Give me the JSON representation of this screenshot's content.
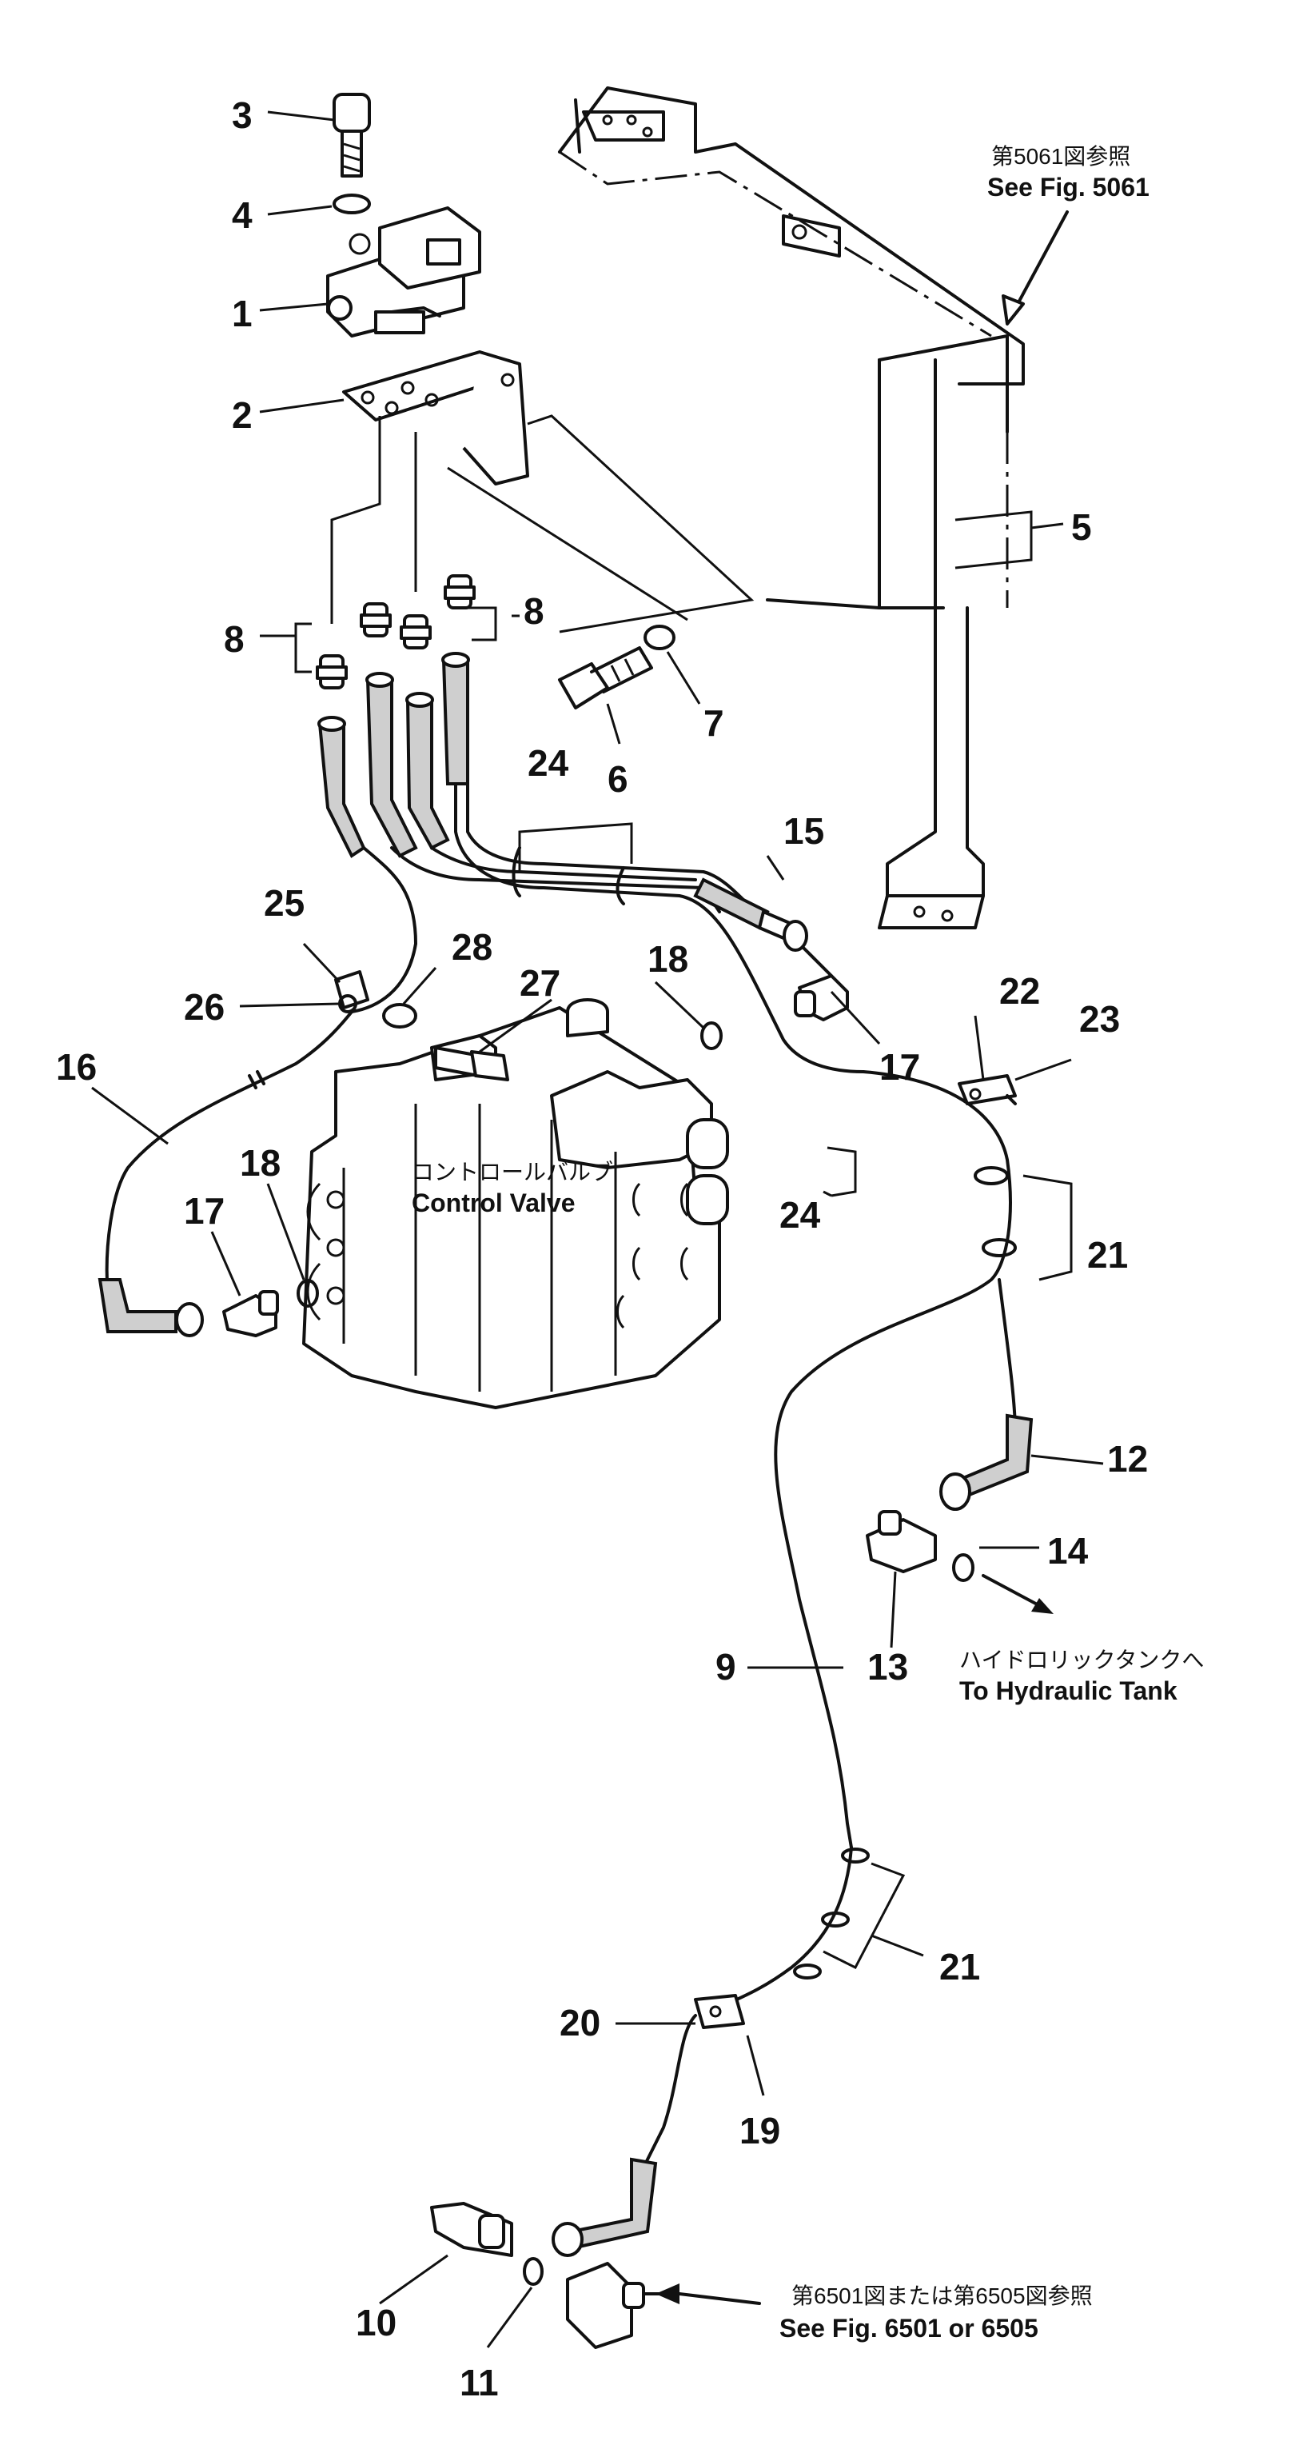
{
  "callouts": [
    {
      "id": "c3",
      "text": "3"
    },
    {
      "id": "c4",
      "text": "4"
    },
    {
      "id": "c1",
      "text": "1"
    },
    {
      "id": "c2",
      "text": "2"
    },
    {
      "id": "c8a",
      "text": "8"
    },
    {
      "id": "c8b",
      "text": "8"
    },
    {
      "id": "c5",
      "text": "5"
    },
    {
      "id": "c7",
      "text": "7"
    },
    {
      "id": "c6",
      "text": "6"
    },
    {
      "id": "c24a",
      "text": "24"
    },
    {
      "id": "c15",
      "text": "15"
    },
    {
      "id": "c25",
      "text": "25"
    },
    {
      "id": "c28",
      "text": "28"
    },
    {
      "id": "c27",
      "text": "27"
    },
    {
      "id": "c18a",
      "text": "18"
    },
    {
      "id": "c26",
      "text": "26"
    },
    {
      "id": "c17a",
      "text": "17"
    },
    {
      "id": "c22",
      "text": "22"
    },
    {
      "id": "c23",
      "text": "23"
    },
    {
      "id": "c16",
      "text": "16"
    },
    {
      "id": "c24b",
      "text": "24"
    },
    {
      "id": "c18b",
      "text": "18"
    },
    {
      "id": "c17b",
      "text": "17"
    },
    {
      "id": "c21a",
      "text": "21"
    },
    {
      "id": "c12",
      "text": "12"
    },
    {
      "id": "c14",
      "text": "14"
    },
    {
      "id": "c13",
      "text": "13"
    },
    {
      "id": "c9",
      "text": "9"
    },
    {
      "id": "c21b",
      "text": "21"
    },
    {
      "id": "c20",
      "text": "20"
    },
    {
      "id": "c19",
      "text": "19"
    },
    {
      "id": "c10",
      "text": "10"
    },
    {
      "id": "c11",
      "text": "11"
    }
  ],
  "notes": {
    "fig5061_jp": "第5061図参照",
    "fig5061_en": "See Fig. 5061",
    "control_valve_jp": "コントロールバルブ",
    "control_valve_en": "Control Valve",
    "hydraulic_tank_jp": "ハイドロリックタンクへ",
    "hydraulic_tank_en": "To Hydraulic Tank",
    "fig6501_jp": "第6501図または第6505図参照",
    "fig6501_en": "See Fig. 6501 or 6505"
  }
}
